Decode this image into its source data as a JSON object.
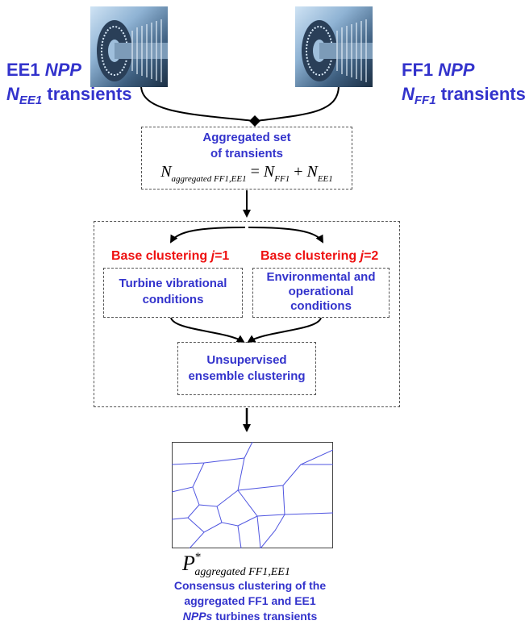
{
  "left_plant": {
    "name": "EE1",
    "npp": "NPP",
    "n_symbol": "N",
    "n_sub": "EE1",
    "transients": "transients"
  },
  "right_plant": {
    "name": "FF1",
    "npp": "NPP",
    "n_symbol": "N",
    "n_sub": "FF1",
    "transients": "transients"
  },
  "aggregated": {
    "line1": "Aggregated set",
    "line2": "of transients",
    "formula": {
      "lhs": "N",
      "lhs_sub": "aggregated FF1,EE1",
      "eq": "=",
      "t1": "N",
      "t1_sub": "FF1",
      "plus": "+",
      "t2": "N",
      "t2_sub": "EE1"
    }
  },
  "base1": {
    "title_prefix": "Base clustering ",
    "j": "j",
    "title_suffix": "=1",
    "desc_line1": "Turbine vibrational",
    "desc_line2": "conditions"
  },
  "base2": {
    "title_prefix": "Base clustering ",
    "j": "j",
    "title_suffix": "=2",
    "desc_line1": "Environmental and",
    "desc_line2": "operational",
    "desc_line3": "conditions"
  },
  "ensemble": {
    "line1": "Unsupervised",
    "line2": "ensemble clustering"
  },
  "consensus_symbol": {
    "p": "P",
    "star": "*",
    "sub": "aggregated FF1,EE1"
  },
  "caption": {
    "line1": "Consensus clustering of the",
    "line2": "aggregated FF1 and EE1",
    "line3_italic": "NPPs",
    "line3_rest": " turbines transients"
  },
  "colors": {
    "blue_text": "#3333cc",
    "red_text": "#ee1111",
    "voronoi_line": "#4f55e0",
    "dashed_border": "#555555"
  }
}
